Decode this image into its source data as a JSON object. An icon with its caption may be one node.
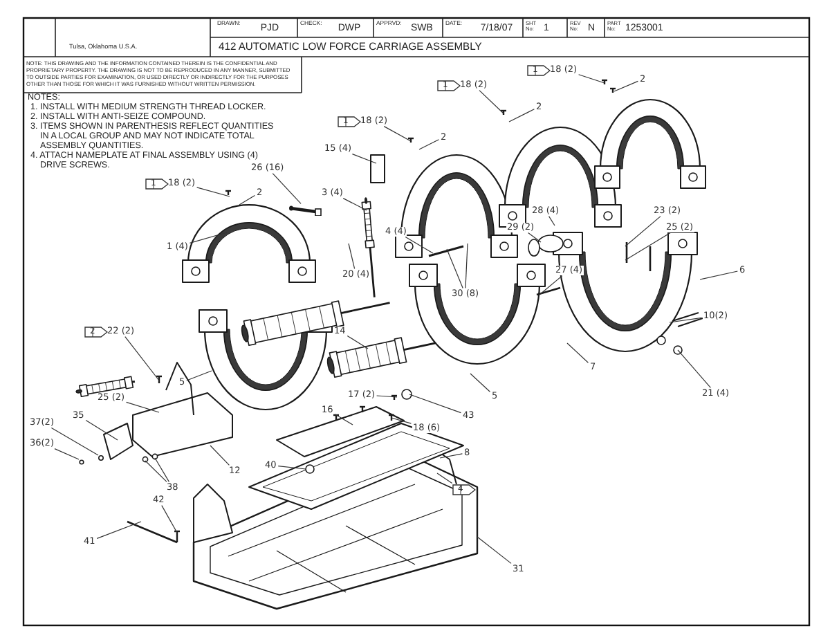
{
  "diagram": {
    "title": "412 AUTOMATIC LOW FORCE CARRIAGE ASSEMBLY",
    "nodes": [
      {
        "text": [
          "1"
        ]
      },
      {
        "text": [
          "18 (2)"
        ]
      },
      {
        "text": [
          "2"
        ]
      },
      {
        "text": [
          "1"
        ]
      },
      {
        "text": [
          "18 (2)"
        ]
      },
      {
        "text": [
          "2"
        ]
      },
      {
        "text": [
          "1"
        ]
      },
      {
        "text": [
          "18 (2)"
        ]
      },
      {
        "text": [
          "2"
        ]
      },
      {
        "text": [
          "15 (4)"
        ]
      },
      {
        "text": [
          "26 (16)"
        ]
      },
      {
        "text": [
          "1"
        ]
      },
      {
        "text": [
          "18 (2)"
        ]
      },
      {
        "text": [
          "2"
        ]
      },
      {
        "text": [
          "3 (4)"
        ]
      },
      {
        "text": [
          "28 (4)"
        ]
      },
      {
        "text": [
          "23 (2)"
        ]
      },
      {
        "text": [
          "25 (2)"
        ]
      },
      {
        "text": [
          "29 (2)"
        ]
      },
      {
        "text": [
          "4 (4)"
        ]
      },
      {
        "text": [
          "1 (4)"
        ]
      },
      {
        "text": [
          "27 (4)"
        ]
      },
      {
        "text": [
          "6"
        ]
      },
      {
        "text": [
          "20 (4)"
        ]
      },
      {
        "text": [
          "30 (8)"
        ]
      },
      {
        "text": [
          "10(2)"
        ]
      },
      {
        "text": [
          "2"
        ]
      },
      {
        "text": [
          "22 (2)"
        ]
      },
      {
        "text": [
          "14"
        ]
      },
      {
        "text": [
          "7"
        ]
      },
      {
        "text": [
          "5"
        ]
      },
      {
        "text": [
          "21 (4)"
        ]
      },
      {
        "text": [
          "17 (2)"
        ]
      },
      {
        "text": [
          "25 (2)"
        ]
      },
      {
        "text": [
          "5"
        ]
      },
      {
        "text": [
          "16"
        ]
      },
      {
        "text": [
          "35"
        ]
      },
      {
        "text": [
          "43"
        ]
      },
      {
        "text": [
          "37(2)"
        ]
      },
      {
        "text": [
          "18 (6)"
        ]
      },
      {
        "text": [
          "36(2)"
        ]
      },
      {
        "text": [
          "8"
        ]
      },
      {
        "text": [
          "40"
        ]
      },
      {
        "text": [
          "12"
        ]
      },
      {
        "text": [
          "38"
        ]
      },
      {
        "text": [
          "4"
        ]
      },
      {
        "text": [
          "42"
        ]
      },
      {
        "text": [
          "41"
        ]
      },
      {
        "text": [
          "31"
        ]
      },
      {
        "text": [],
        "shape": "bar"
      }
    ],
    "edges": [
      {
        "from": 1,
        "to": null,
        "arrow": "none"
      },
      {
        "from": 2,
        "to": null,
        "arrow": "none"
      },
      {
        "from": 4,
        "to": null,
        "arrow": "none"
      },
      {
        "from": 5,
        "to": null,
        "arrow": "none"
      },
      {
        "from": 7,
        "to": null,
        "arrow": "none"
      },
      {
        "from": 8,
        "to": null,
        "arrow": "none"
      },
      {
        "from": 9,
        "to": null,
        "arrow": "none"
      },
      {
        "from": 10,
        "to": 49,
        "arrow": "none"
      },
      {
        "from": 12,
        "to": null,
        "arrow": "none"
      },
      {
        "from": 13,
        "to": null,
        "arrow": "none"
      },
      {
        "from": 14,
        "to": null,
        "arrow": "none"
      },
      {
        "from": 15,
        "to": null,
        "arrow": "none"
      },
      {
        "from": 16,
        "to": null,
        "arrow": "none"
      },
      {
        "from": 17,
        "to": null,
        "arrow": "none"
      },
      {
        "from": 18,
        "to": null,
        "arrow": "none"
      },
      {
        "from": 19,
        "to": null,
        "arrow": "none"
      },
      {
        "from": 20,
        "to": null,
        "arrow": "none"
      },
      {
        "from": 21,
        "to": null,
        "arrow": "none"
      },
      {
        "from": 22,
        "to": null,
        "arrow": "none"
      },
      {
        "from": 23,
        "to": null,
        "arrow": "none"
      },
      {
        "from": 24,
        "to": null,
        "arrow": "none"
      },
      {
        "from": 24,
        "to": null,
        "arrow": "none"
      },
      {
        "from": 25,
        "to": null,
        "arrow": "none"
      },
      {
        "from": 27,
        "to": null,
        "arrow": "none"
      },
      {
        "from": 28,
        "to": null,
        "arrow": "none"
      },
      {
        "from": 29,
        "to": null,
        "arrow": "none"
      },
      {
        "from": 30,
        "to": null,
        "arrow": "none"
      },
      {
        "from": 31,
        "to": null,
        "arrow": "none"
      },
      {
        "from": 32,
        "to": null,
        "arrow": "none"
      },
      {
        "from": 33,
        "to": null,
        "arrow": "none"
      },
      {
        "from": 34,
        "to": null,
        "arrow": "none"
      },
      {
        "from": 35,
        "to": null,
        "arrow": "none"
      },
      {
        "from": 36,
        "to": null,
        "arrow": "none"
      },
      {
        "from": 37,
        "to": null,
        "arrow": "none"
      },
      {
        "from": 38,
        "to": null,
        "arrow": "none"
      },
      {
        "from": 39,
        "to": null,
        "arrow": "none"
      },
      {
        "from": 40,
        "to": null,
        "arrow": "none"
      },
      {
        "from": 41,
        "to": null,
        "arrow": "none"
      },
      {
        "from": 42,
        "to": null,
        "arrow": "none"
      },
      {
        "from": 43,
        "to": null,
        "arrow": "none"
      },
      {
        "from": 44,
        "to": null,
        "arrow": "none"
      },
      {
        "from": 44,
        "to": null,
        "arrow": "none"
      },
      {
        "from": 45,
        "to": null,
        "arrow": "none"
      },
      {
        "from": 46,
        "to": null,
        "arrow": "none"
      },
      {
        "from": 47,
        "to": null,
        "arrow": "none"
      },
      {
        "from": 48,
        "to": null,
        "arrow": "none"
      }
    ],
    "labels": [
      "Tulsa, Oklahoma U.S.A.",
      "DRAWN:",
      "PJD",
      "CHECK:",
      "DWP",
      "APPRVD:",
      "SWB",
      "DATE:",
      "7/18/07",
      "SHT No:",
      "1",
      "REV No:",
      "N",
      "PART No:",
      "1253001",
      "NOTE: THIS DRAWING AND THE INFORMATION CONTAINED THEREIN IS THE CONFIDENTIAL AND PROPRIETARY PROPERTY. THE DRAWING IS NOT TO BE REPRODUCED IN ANY MANNER, SUBMITTED TO OUTSIDE PARTIES FOR EXAMINATION, OR USED DIRECTLY OR INDIRECTLY FOR THE PURPOSES OTHER THAN THOSE FOR WHICH IT WAS FURNISHED WITHOUT WRITTEN PERMISSION.",
      "NOTES:",
      "1. INSTALL WITH MEDIUM STRENGTH THREAD LOCKER.",
      "2. INSTALL WITH ANTI-SEIZE COMPOUND.",
      "3. ITEMS SHOWN IN PARENTHESIS REFLECT QUANTITIES IN A LOCAL GROUP AND MAY NOT INDICATE TOTAL ASSEMBLY QUANTITIES.",
      "4. ATTACH NAMEPLATE AT FINAL ASSEMBLY USING (4) DRIVE SCREWS."
    ]
  }
}
